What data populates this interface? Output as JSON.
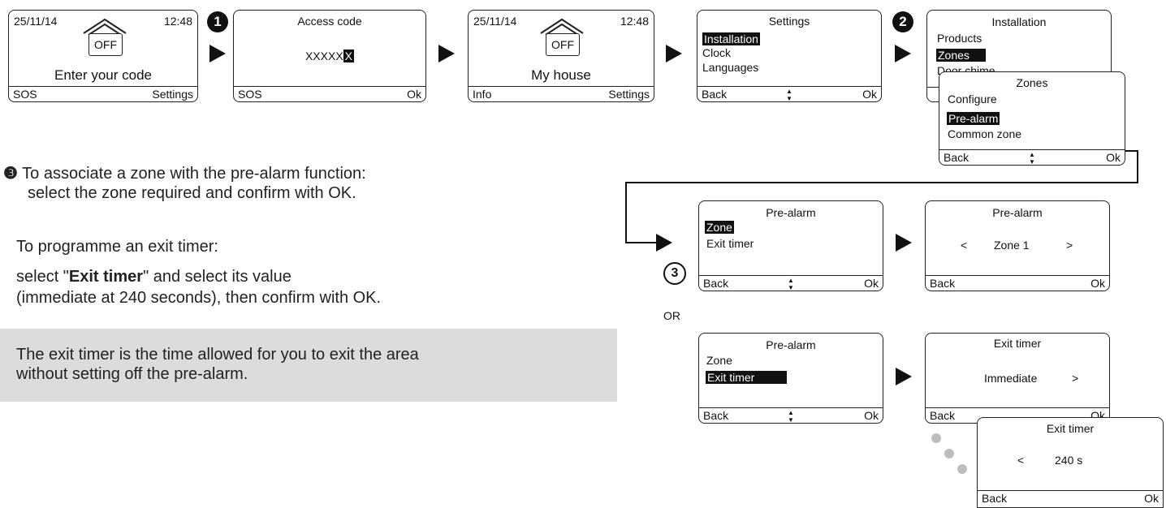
{
  "step_badges": [
    "1",
    "2",
    "3"
  ],
  "screens": {
    "enter_code": {
      "date": "25/11/14",
      "time": "12:48",
      "state": "OFF",
      "message": "Enter your code",
      "left": "SOS",
      "right": "Settings"
    },
    "access_code": {
      "title": "Access code",
      "code": "XXXXX",
      "cursor": "X",
      "left": "SOS",
      "right": "Ok"
    },
    "my_house": {
      "date": "25/11/14",
      "time": "12:48",
      "state": "OFF",
      "message": "My house",
      "left": "Info",
      "right": "Settings"
    },
    "settings": {
      "title": "Settings",
      "items": [
        "Installation",
        "Clock",
        "Languages"
      ],
      "selected": "Installation",
      "left": "Back",
      "right": "Ok"
    },
    "installation": {
      "title": "Installation",
      "items": [
        "Products",
        "Zones",
        "Door chime"
      ],
      "selected": "Zones"
    },
    "zones": {
      "title": "Zones",
      "items": [
        "Configure",
        "Pre-alarm",
        "Common zone"
      ],
      "selected": "Pre-alarm",
      "left": "Back",
      "right": "Ok"
    },
    "prealarm_menu_a": {
      "title": "Pre-alarm",
      "items": [
        "Zone",
        "Exit timer"
      ],
      "selected": "Zone",
      "left": "Back",
      "right": "Ok"
    },
    "prealarm_zone": {
      "title": "Pre-alarm",
      "prev": "<",
      "value": "Zone 1",
      "next": ">",
      "left": "Back",
      "right": "Ok"
    },
    "prealarm_menu_b": {
      "title": "Pre-alarm",
      "items": [
        "Zone",
        "Exit timer"
      ],
      "selected": "Exit timer",
      "left": "Back",
      "right": "Ok"
    },
    "exit_timer_a": {
      "title": "Exit timer",
      "value": "Immediate",
      "next": ">",
      "left": "Back",
      "right": "Ok"
    },
    "exit_timer_b": {
      "title": "Exit timer",
      "prev": "<",
      "value": "240 s",
      "left": "Back",
      "right": "Ok"
    }
  },
  "nav_glyph": "▲▼",
  "or_label": "OR",
  "instructions": {
    "bullet": "❸",
    "line1": "To associate a zone with the pre-alarm function:",
    "line2": "select the zone required and confirm with OK.",
    "line3": "To programme an exit timer:",
    "line4_pre": "select \"",
    "line4_bold": "Exit timer",
    "line4_post": "\" and select its value",
    "line5": "(immediate at 240 seconds), then confirm with OK.",
    "note1": "The exit timer is the time allowed for you to exit the area",
    "note2": "without setting off the pre-alarm."
  }
}
